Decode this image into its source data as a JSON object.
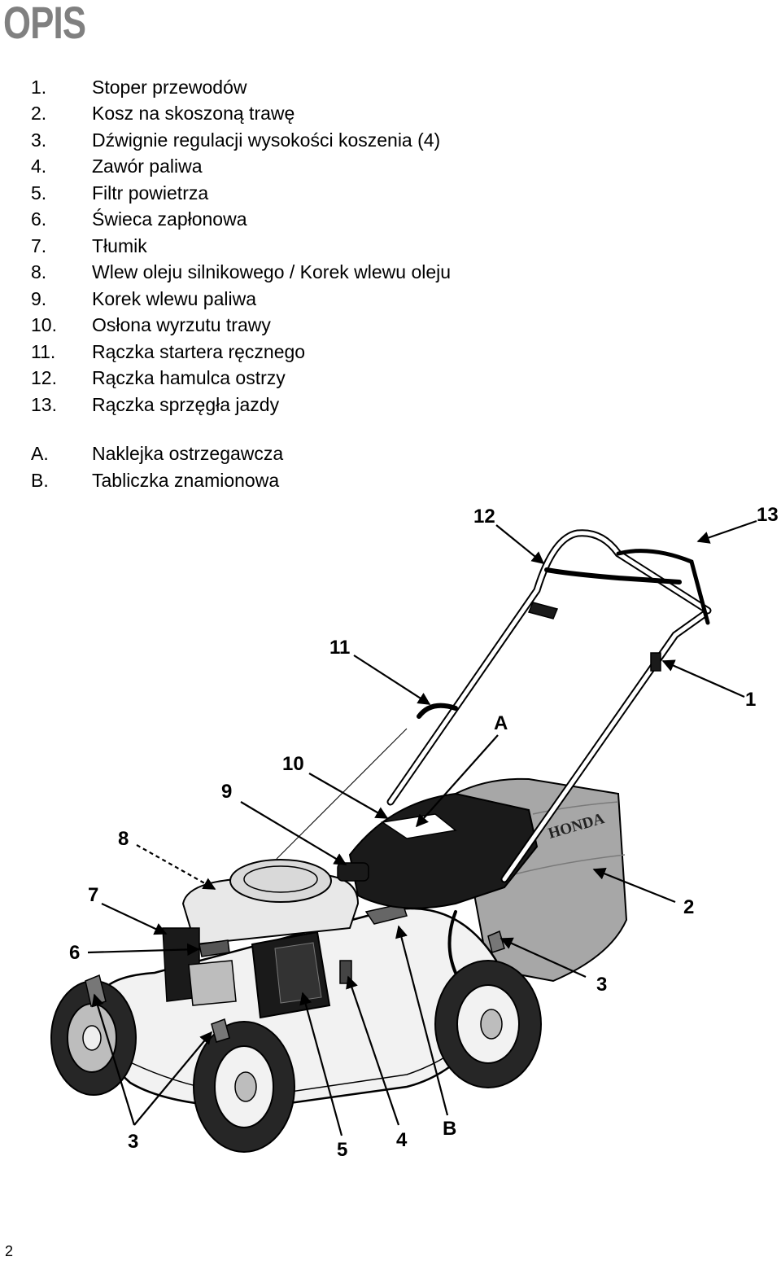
{
  "header": {
    "title": "OPIS"
  },
  "parts": [
    {
      "num": "1.",
      "label": "Stoper przewodów"
    },
    {
      "num": "2.",
      "label": "Kosz na skoszoną trawę"
    },
    {
      "num": "3.",
      "label": "Dźwignie regulacji wysokości koszenia (4)"
    },
    {
      "num": "4.",
      "label": "Zawór paliwa"
    },
    {
      "num": "5.",
      "label": "Filtr powietrza"
    },
    {
      "num": "6.",
      "label": "Świeca zapłonowa"
    },
    {
      "num": "7.",
      "label": "Tłumik"
    },
    {
      "num": "8.",
      "label": "Wlew oleju silnikowego / Korek wlewu oleju"
    },
    {
      "num": "9.",
      "label": "Korek wlewu paliwa"
    },
    {
      "num": "10.",
      "label": "Osłona wyrzutu trawy"
    },
    {
      "num": "11.",
      "label": "Rączka startera ręcznego"
    },
    {
      "num": "12.",
      "label": "Rączka hamulca ostrzy"
    },
    {
      "num": "13.",
      "label": "Rączka sprzęgła jazdy"
    },
    {
      "num": "A.",
      "label": "Naklejka ostrzegawcza"
    },
    {
      "num": "B.",
      "label": "Tabliczka znamionowa"
    }
  ],
  "diagram": {
    "brand": "HONDA",
    "callouts": {
      "c12": "12",
      "c13": "13",
      "c11": "11",
      "c1": "1",
      "cA": "A",
      "c10": "10",
      "c9": "9",
      "c8": "8",
      "c7": "7",
      "c2": "2",
      "c6": "6",
      "c3a": "3",
      "c3b": "3",
      "c5": "5",
      "c4": "4",
      "cB": "B"
    }
  },
  "footer": {
    "page_number": "2"
  }
}
